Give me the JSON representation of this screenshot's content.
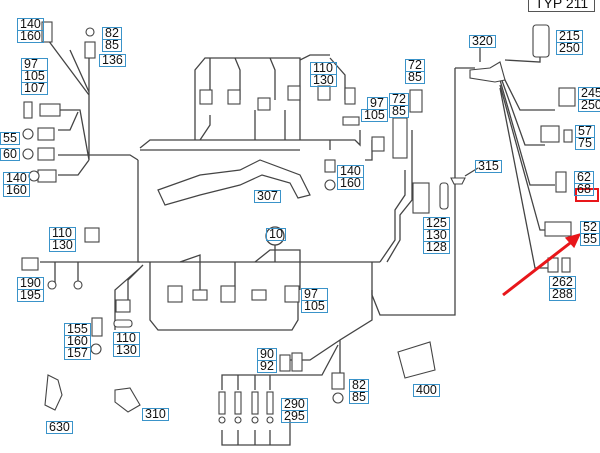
{
  "diagram": {
    "type_label": "TYP 211",
    "callout_number": "10",
    "highlight_color": "#e8161a",
    "label_border_color": "#3a93c9",
    "labels": {
      "tl_sensor": [
        "140",
        "160"
      ],
      "tl_plug": [
        "82",
        "85"
      ],
      "tl_136": [
        "136"
      ],
      "left_97": [
        "97",
        "105",
        "107"
      ],
      "left_55": [
        "55",
        "60"
      ],
      "left_140": [
        "140",
        "160"
      ],
      "left_110": [
        "110",
        "130"
      ],
      "left_190": [
        "190",
        "195"
      ],
      "left_155": [
        "155",
        "160",
        "157"
      ],
      "bot_110": [
        "110",
        "130"
      ],
      "bot_630": [
        "630"
      ],
      "bot_310": [
        "310"
      ],
      "rail_307": [
        "307"
      ],
      "inj_97": [
        "97",
        "105"
      ],
      "coil_90": [
        "90",
        "92"
      ],
      "plug_290": [
        "290",
        "295"
      ],
      "bot_82": [
        "82",
        "85"
      ],
      "bot_400": [
        "400"
      ],
      "top_110": [
        "110",
        "130"
      ],
      "mid_97": [
        "97",
        "105"
      ],
      "mid_72": [
        "72",
        "85"
      ],
      "top_72": [
        "72",
        "85"
      ],
      "mid_140": [
        "140",
        "160"
      ],
      "mid_125": [
        "125",
        "130",
        "128"
      ],
      "grommet_315": [
        "315"
      ],
      "boot_320": [
        "320"
      ],
      "r_215": [
        "215",
        "250"
      ],
      "r_245": [
        "245",
        "250"
      ],
      "r_57": [
        "57",
        "75"
      ],
      "r_62": [
        "62",
        "68"
      ],
      "r_52": [
        "52",
        "55"
      ],
      "r_262": [
        "262",
        "288"
      ]
    }
  }
}
